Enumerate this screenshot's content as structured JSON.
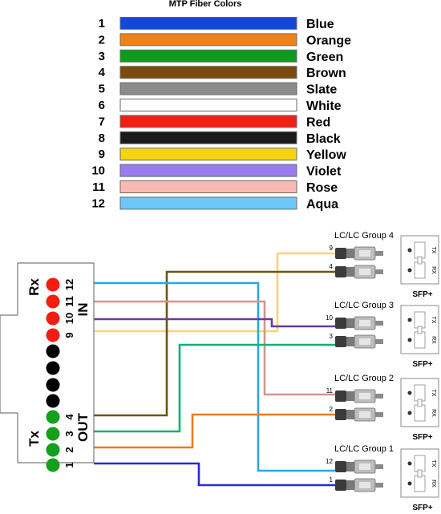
{
  "title": "MTP Fiber Colors",
  "colors": [
    {
      "num": "1",
      "name": "Blue",
      "hex": "#1646d6"
    },
    {
      "num": "2",
      "name": "Orange",
      "hex": "#f28016"
    },
    {
      "num": "3",
      "name": "Green",
      "hex": "#0e9a1e"
    },
    {
      "num": "4",
      "name": "Brown",
      "hex": "#7a4b0c"
    },
    {
      "num": "5",
      "name": "Slate",
      "hex": "#8b8b8b"
    },
    {
      "num": "6",
      "name": "White",
      "hex": "#ffffff"
    },
    {
      "num": "7",
      "name": "Red",
      "hex": "#f41d14"
    },
    {
      "num": "8",
      "name": "Black",
      "hex": "#1a1a1a"
    },
    {
      "num": "9",
      "name": "Yellow",
      "hex": "#f5d50e"
    },
    {
      "num": "10",
      "name": "Violet",
      "hex": "#9a7cf0"
    },
    {
      "num": "11",
      "name": "Rose",
      "hex": "#f9b9b4"
    },
    {
      "num": "12",
      "name": "Aqua",
      "hex": "#6cc8f8"
    }
  ],
  "connector": {
    "rx_label": "Rx",
    "tx_label": "Tx",
    "in_label": "IN",
    "out_label": "OUT",
    "rx_pins": [
      "9",
      "10",
      "11",
      "12"
    ],
    "tx_pins": [
      "1",
      "2",
      "3",
      "4"
    ],
    "dot_colors": [
      "#f41d14",
      "#f41d14",
      "#f41d14",
      "#f41d14",
      "#000000",
      "#000000",
      "#000000",
      "#000000",
      "#14a01c",
      "#14a01c",
      "#14a01c",
      "#14a01c"
    ]
  },
  "groups": [
    {
      "label": "LC/LC Group 4",
      "fiber_top": "9",
      "fiber_bottom": "4",
      "sfp": "SFP+",
      "tx": "TX",
      "rx": "RX"
    },
    {
      "label": "LC/LC Group 3",
      "fiber_top": "10",
      "fiber_bottom": "3",
      "sfp": "SFP+",
      "tx": "TX",
      "rx": "RX"
    },
    {
      "label": "LC/LC Group 2",
      "fiber_top": "11",
      "fiber_bottom": "2",
      "sfp": "SFP+",
      "tx": "TX",
      "rx": "RX"
    },
    {
      "label": "LC/LC Group 1",
      "fiber_top": "12",
      "fiber_bottom": "1",
      "sfp": "SFP+",
      "tx": "TX",
      "rx": "RX"
    }
  ],
  "wire_colors": {
    "yellow": "#f8d27a",
    "brown": "#6e5410",
    "aqua": "#24a8e8",
    "rose": "#d4948c",
    "violet": "#6a3aa0",
    "green": "#14b070",
    "orange": "#f07a18",
    "blue": "#2a2ad0"
  }
}
